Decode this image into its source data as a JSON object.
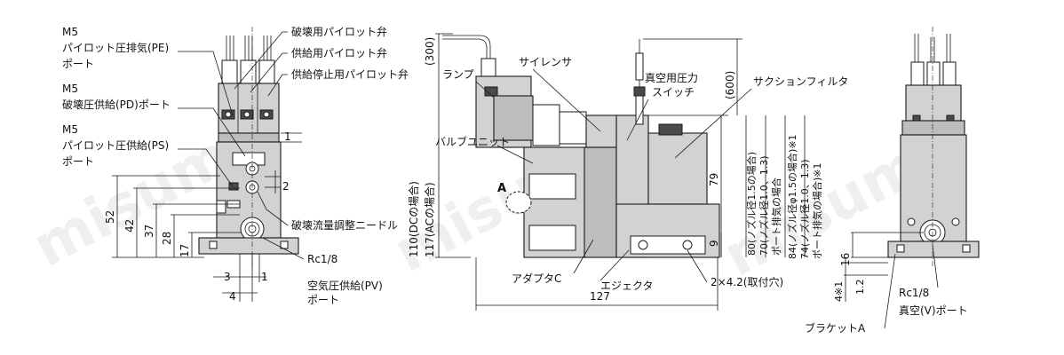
{
  "left_view": {
    "m5_1": "M5",
    "pe_port_1": "パイロット圧排気(PE)",
    "pe_port_2": "ポート",
    "m5_2": "M5",
    "pd_port": "破壊圧供給(PD)ポート",
    "m5_3": "M5",
    "ps_port_1": "パイロット圧供給(PS)",
    "ps_port_2": "ポート",
    "break_pilot": "破壊用パイロット弁",
    "supply_pilot": "供給用パイロット弁",
    "stop_pilot": "供給停止用パイロット弁",
    "needle": "破壊流量調整ニードル",
    "rc": "Rc1/8",
    "pv_port_1": "空気圧供給(PV)",
    "pv_port_2": "ポート",
    "dim_1": "1",
    "dim_2": "2",
    "dim_52": "52",
    "dim_42": "42",
    "dim_37": "37",
    "dim_28": "28",
    "dim_17": "17",
    "dim_3": "3",
    "dim_1b": "1",
    "dim_4": "4"
  },
  "center_view": {
    "lamp": "ランプ",
    "silencer": "サイレンサ",
    "vacuum_switch_1": "真空用圧力",
    "vacuum_switch_2": "スイッチ",
    "suction_filter": "サクションフィルタ",
    "valve_unit": "バルブユニット",
    "label_a": "A",
    "adapter": "アダプタC",
    "ejector": "エジェクタ",
    "holes": "2×4.2(取付穴)",
    "dim_300": "(300)",
    "dim_600": "(600)",
    "dim_110": "110(DCの場合)",
    "dim_117": "117(ACの場合)",
    "dim_80": "80(ノズル径1.5の場合)",
    "dim_70": "70(ノズル径1.0、1.3)",
    "dim_port_exh": "ポート排気の場合",
    "dim_84": "84(ノズル径φ1.5の場合)※1",
    "dim_74": "74(ノズル径1.0、1.3)",
    "dim_port_exh2": "ポート排気の場合)※1",
    "dim_79": "79",
    "dim_9": "9",
    "dim_127": "127"
  },
  "right_view": {
    "dim_16": "16",
    "dim_4": "4※1",
    "dim_12": "1.2",
    "rc": "Rc1/8",
    "vacuum_port": "真空(V)ポート",
    "bracket": "ブラケットA"
  },
  "watermark": "misumi"
}
